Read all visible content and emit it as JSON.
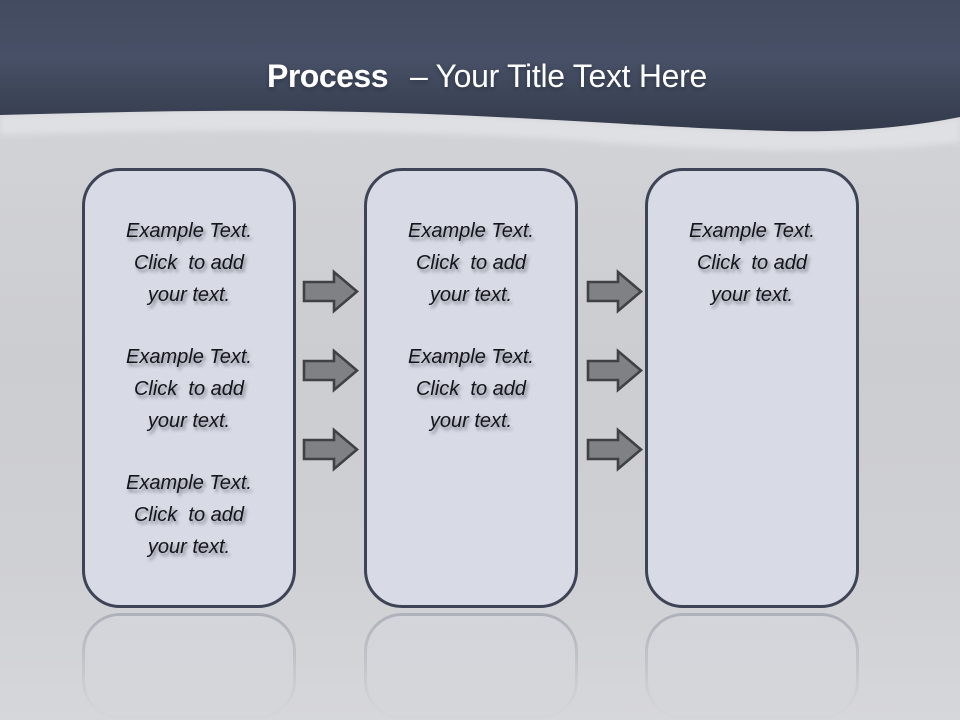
{
  "title": {
    "topic": "Process",
    "subtitle": "– Your Title Text Here"
  },
  "boxes": [
    {
      "name": "process-box-1",
      "paragraphs": [
        [
          "Example Text.",
          "Click  to add",
          "your text."
        ],
        [
          "Example Text.",
          "Click  to add",
          "your text."
        ],
        [
          "Example Text.",
          "Click  to add",
          "your text."
        ]
      ]
    },
    {
      "name": "process-box-2",
      "paragraphs": [
        [
          "Example Text.",
          "Click  to add",
          "your text."
        ],
        [
          "Example Text.",
          "Click  to add",
          "your text."
        ]
      ]
    },
    {
      "name": "process-box-3",
      "paragraphs": [
        [
          "Example Text.",
          "Click  to add",
          "your text."
        ]
      ]
    }
  ],
  "arrow_groups": [
    {
      "name": "arrow-group-1",
      "arrow_count": 3
    },
    {
      "name": "arrow-group-2",
      "arrow_count": 3
    }
  ],
  "colors": {
    "header_gradient_top": "#434b60",
    "header_gradient_mid": "#475066",
    "header_gradient_bottom": "#333a4b",
    "title_text": "#ffffff",
    "box_fill": "#d8dbe5",
    "box_border": "#3e4456",
    "arrow_fill": "#7f8184",
    "arrow_border": "#404145",
    "background": "#cfd0d4",
    "body_text": "#14151a"
  }
}
